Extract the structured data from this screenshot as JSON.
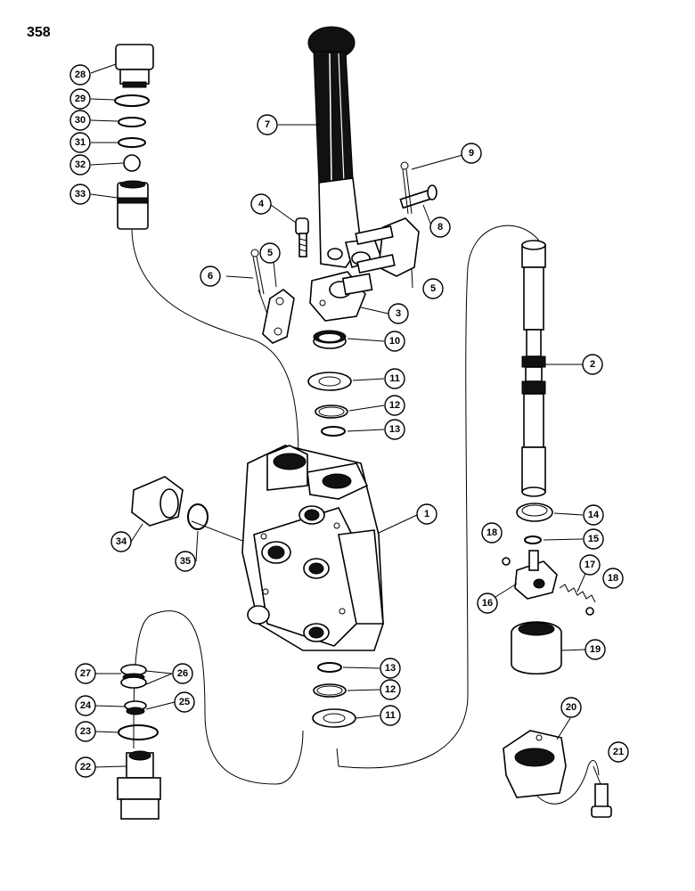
{
  "page_number": "358",
  "callouts": [
    "1",
    "2",
    "3",
    "4",
    "5",
    "5",
    "6",
    "7",
    "8",
    "9",
    "10",
    "11",
    "12",
    "13",
    "14",
    "15",
    "16",
    "17",
    "18",
    "18",
    "19",
    "20",
    "21",
    "22",
    "23",
    "24",
    "25",
    "26",
    "27",
    "28",
    "29",
    "30",
    "31",
    "32",
    "33",
    "34",
    "35",
    "13",
    "12",
    "11"
  ]
}
